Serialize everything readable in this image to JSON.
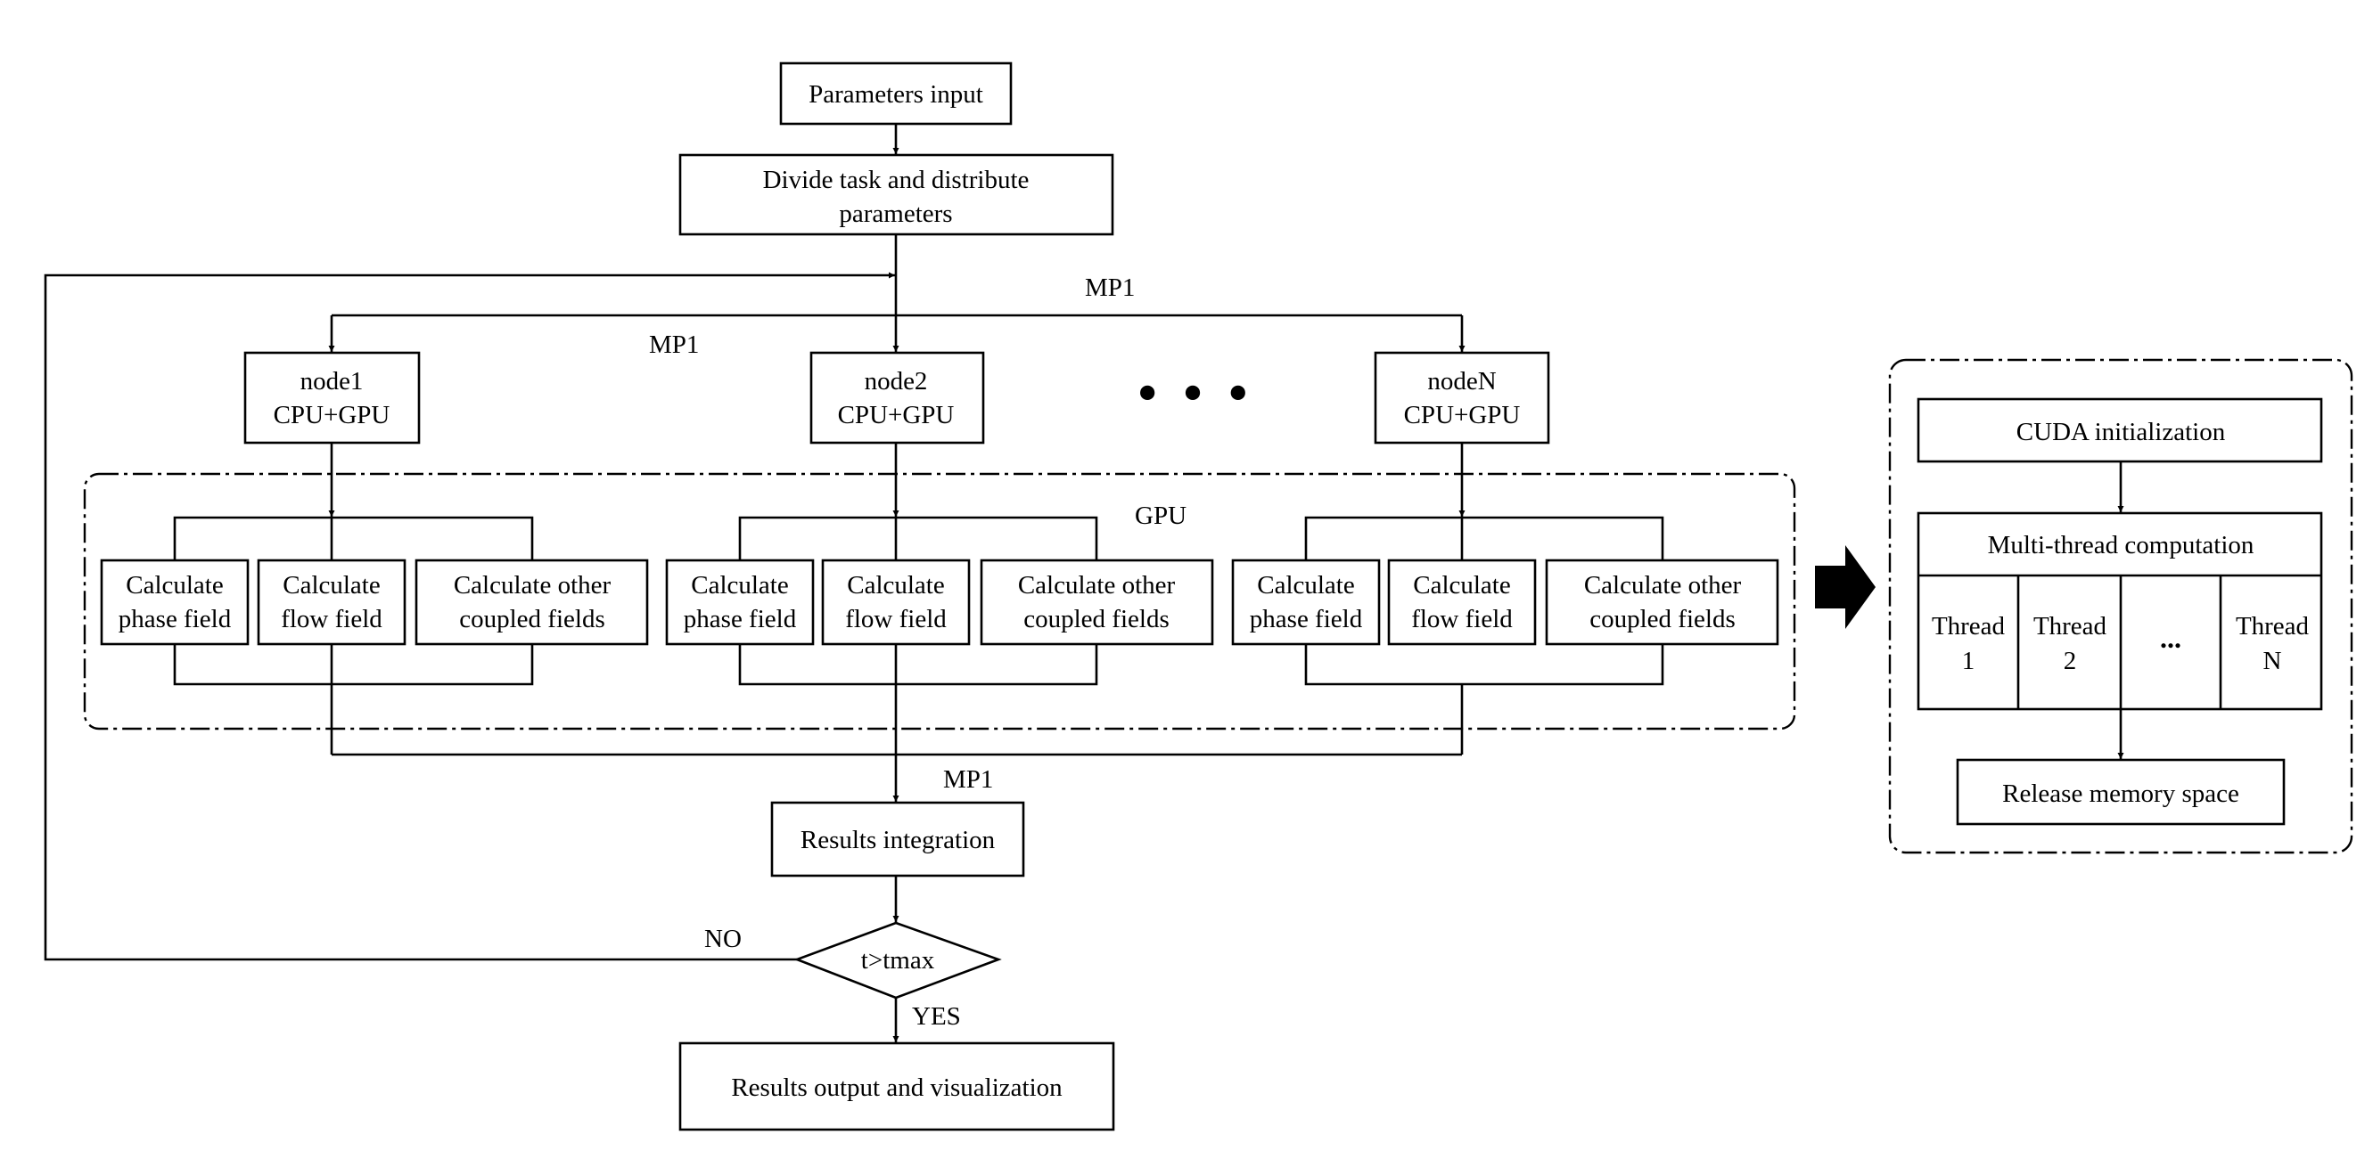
{
  "flow": {
    "parameters_input": "Parameters input",
    "divide_task": [
      "Divide task and distribute",
      "parameters"
    ],
    "mp1_top": "MP1",
    "mp1_left": "MP1",
    "mp1_bottom": "MP1",
    "ellipsis": "• • •",
    "gpu_label": "GPU",
    "nodes": [
      {
        "name": "node1",
        "hw": "CPU+GPU"
      },
      {
        "name": "node2",
        "hw": "CPU+GPU"
      },
      {
        "name": "nodeN",
        "hw": "CPU+GPU"
      }
    ],
    "calc_phase": [
      "Calculate",
      "phase field"
    ],
    "calc_flow": [
      "Calculate",
      "flow field"
    ],
    "calc_other": [
      "Calculate other",
      "coupled fields"
    ],
    "results_integration": "Results integration",
    "decision": "t>tmax",
    "no_label": "NO",
    "yes_label": "YES",
    "results_output": "Results output and visualization"
  },
  "cuda_panel": {
    "init": "CUDA initialization",
    "multi_thread": "Multi-thread computation",
    "threads": [
      {
        "line1": "Thread",
        "line2": "1"
      },
      {
        "line1": "Thread",
        "line2": "2"
      },
      {
        "line1": "...",
        "line2": ""
      },
      {
        "line1": "Thread",
        "line2": "N"
      }
    ],
    "release": "Release memory space"
  }
}
